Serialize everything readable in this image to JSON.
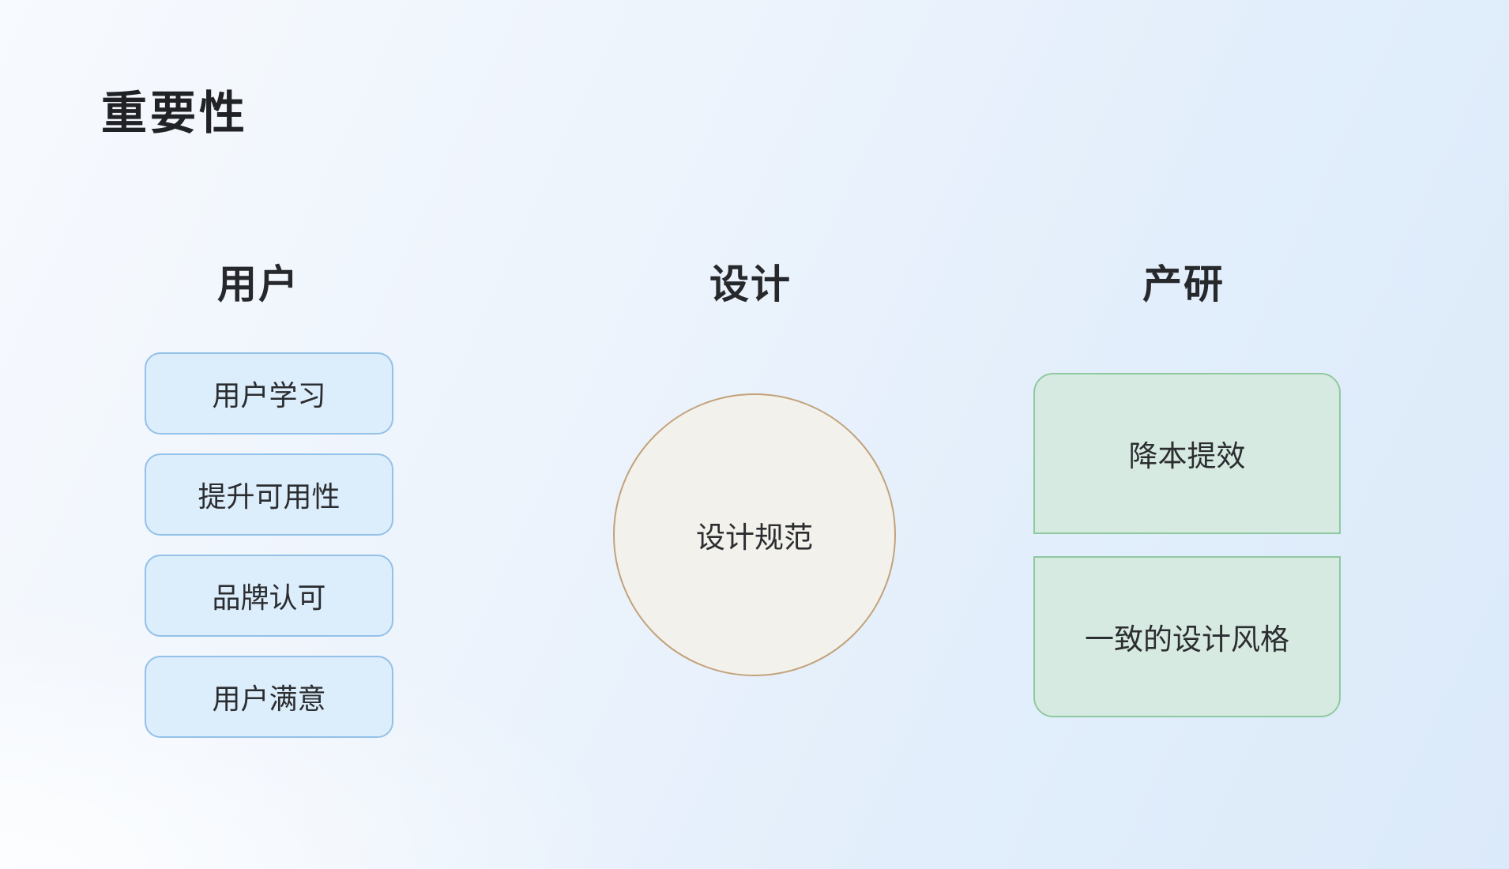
{
  "title": "重要性",
  "columns": {
    "user": {
      "header": "用户",
      "items": [
        "用户学习",
        "提升可用性",
        "品牌认可",
        "用户满意"
      ]
    },
    "design": {
      "header": "设计",
      "circle_label": "设计规范"
    },
    "product": {
      "header": "产研",
      "items": [
        "降本提效",
        "一致的设计风格"
      ]
    }
  },
  "colors": {
    "background_start": "#f7fafe",
    "background_end": "#dbeafa",
    "blue_box_fill": "#dcedfb",
    "blue_box_border": "#94c1e8",
    "green_box_fill": "#d7eae1",
    "green_box_border": "#8fc9a0",
    "circle_fill": "#f3f1ec",
    "circle_border": "#c2a27a",
    "text": "#2b2d30"
  }
}
